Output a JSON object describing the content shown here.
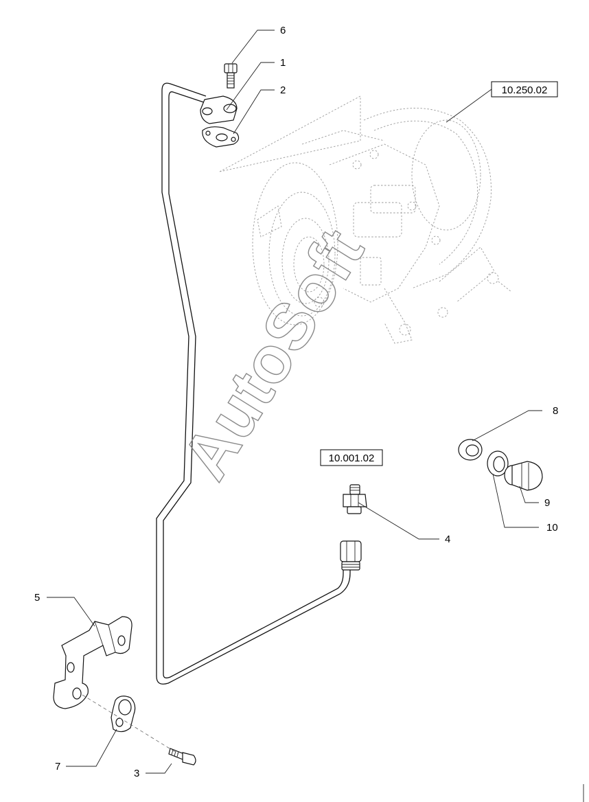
{
  "callouts": {
    "c1": "1",
    "c2": "2",
    "c3": "3",
    "c4": "4",
    "c5": "5",
    "c6": "6",
    "c7": "7",
    "c8": "8",
    "c9": "9",
    "c10": "10"
  },
  "references": {
    "turbocharger": "10.250.02",
    "engine": "10.001.02"
  },
  "watermark": "AutoSoft"
}
